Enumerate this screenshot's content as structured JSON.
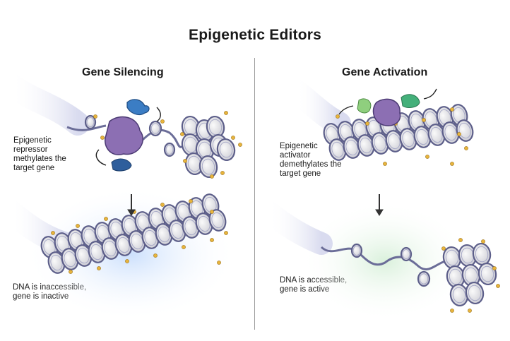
{
  "title": "Epigenetic Editors",
  "panels": {
    "silencing": {
      "heading": "Gene Silencing",
      "step1_label": [
        "Epigenetic",
        "repressor",
        "methylates the",
        "target gene"
      ],
      "step2_label": [
        "DNA is inaccessible,",
        "gene is inactive"
      ]
    },
    "activation": {
      "heading": "Gene Activation",
      "step1_label": [
        "Epigenetic",
        "activator",
        "demethylates the",
        "target gene"
      ],
      "step2_label": [
        "DNA is accessible,",
        "gene is active"
      ]
    }
  },
  "colors": {
    "dna_strand": "#b9bce0",
    "dna_outline": "#5d5f8a",
    "histone": "#eeeeee",
    "methyl_tag": "#e8b43c",
    "repressor_purple": "#8c6fb3",
    "repressor_blue": "#3b7dc4",
    "activator_green": "#7fc27a",
    "glow_blue": "#cfe3ff",
    "glow_green": "#dff3e2"
  },
  "icons": [
    "down-arrow-icon",
    "curved-arrow-icon"
  ]
}
